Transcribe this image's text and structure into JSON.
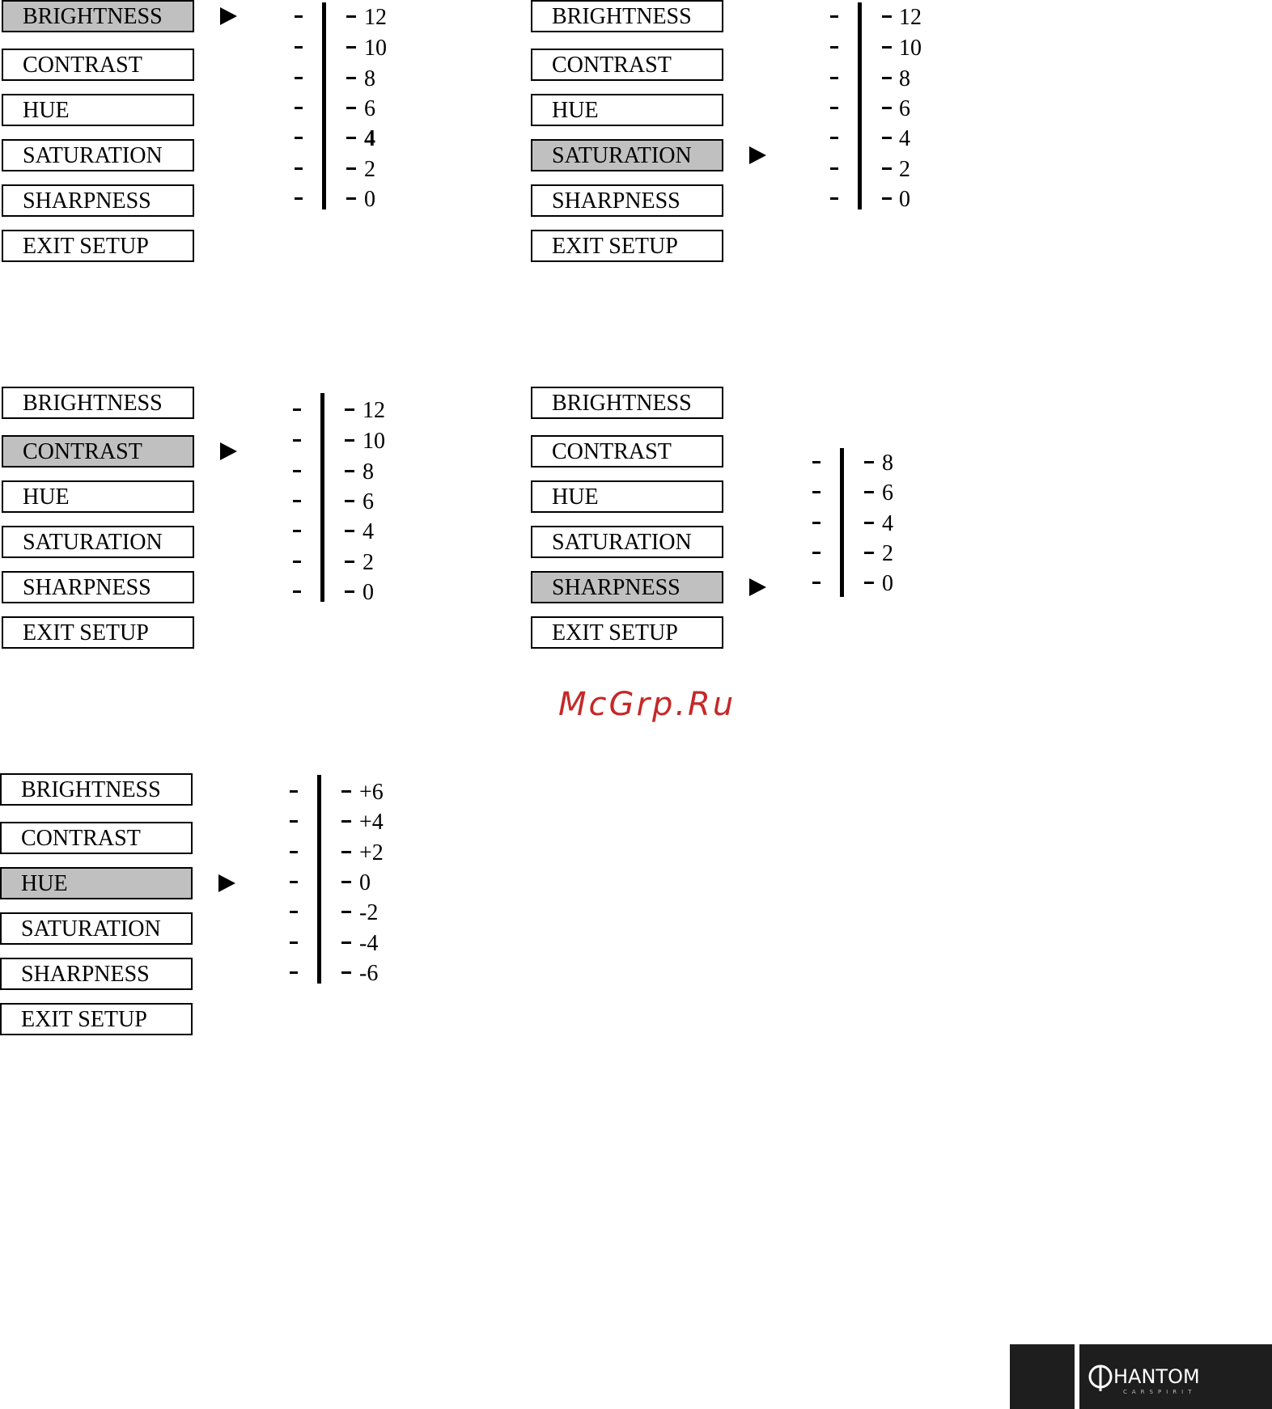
{
  "panels": [
    {
      "items": [
        "BRIGHTNESS",
        "CONTRAST",
        "HUE",
        "SATURATION",
        "SHARPNESS",
        "EXIT SETUP"
      ],
      "selected_index": 0,
      "scale": [
        "12",
        "10",
        "8",
        "6",
        "4",
        "2",
        "0"
      ],
      "bold_label_index": 4
    },
    {
      "items": [
        "BRIGHTNESS",
        "CONTRAST",
        "HUE",
        "SATURATION",
        "SHARPNESS",
        "EXIT SETUP"
      ],
      "selected_index": 3,
      "scale": [
        "12",
        "10",
        "8",
        "6",
        "4",
        "2",
        "0"
      ]
    },
    {
      "items": [
        "BRIGHTNESS",
        "CONTRAST",
        "HUE",
        "SATURATION",
        "SHARPNESS",
        "EXIT SETUP"
      ],
      "selected_index": 1,
      "scale": [
        "12",
        "10",
        "8",
        "6",
        "4",
        "2",
        "0"
      ]
    },
    {
      "items": [
        "BRIGHTNESS",
        "CONTRAST",
        "HUE",
        "SATURATION",
        "SHARPNESS",
        "EXIT SETUP"
      ],
      "selected_index": 4,
      "scale": [
        "8",
        "6",
        "4",
        "2",
        "0"
      ]
    },
    {
      "items": [
        "BRIGHTNESS",
        "CONTRAST",
        "HUE",
        "SATURATION",
        "SHARPNESS",
        "EXIT SETUP"
      ],
      "selected_index": 2,
      "scale": [
        "+6",
        "+4",
        "+2",
        "0",
        "-2",
        "-4",
        "-6"
      ]
    }
  ],
  "watermark": "McGrp.Ru",
  "logo_text": "HANTOM",
  "logo_subtext": "CARSPIRIT",
  "colors": {
    "selected": "#c0c0c0",
    "watermark": "#c62828",
    "footer": "#1e1e1e"
  }
}
